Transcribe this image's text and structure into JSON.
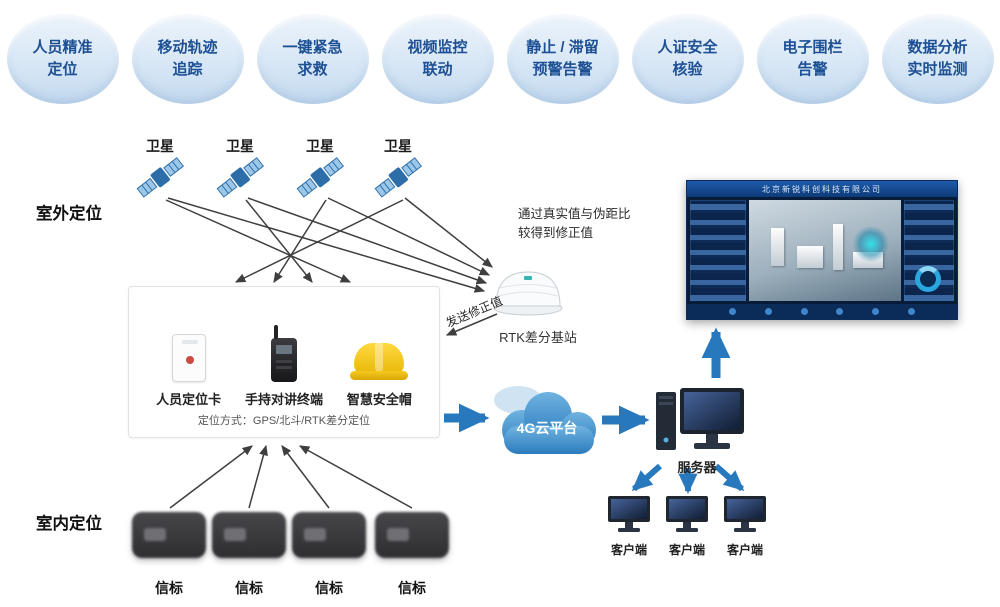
{
  "badges": [
    {
      "line1": "人员精准",
      "line2": "定位"
    },
    {
      "line1": "移动轨迹",
      "line2": "追踪"
    },
    {
      "line1": "一键紧急",
      "line2": "求救"
    },
    {
      "line1": "视频监控",
      "line2": "联动"
    },
    {
      "line1": "静止 / 滞留",
      "line2": "预警告警"
    },
    {
      "line1": "人证安全",
      "line2": "核验"
    },
    {
      "line1": "电子围栏",
      "line2": "告警"
    },
    {
      "line1": "数据分析",
      "line2": "实时监测"
    }
  ],
  "sections": {
    "outdoor_label": "室外定位",
    "indoor_label": "室内定位"
  },
  "satellite_label": "卫星",
  "rtk": {
    "station_label": "RTK差分基站",
    "note_line1": "通过真实值与伪距比",
    "note_line2": "较得到修正值",
    "send_label": "发送修正值"
  },
  "device_box": {
    "devices": [
      {
        "label": "人员定位卡"
      },
      {
        "label": "手持对讲终端"
      },
      {
        "label": "智慧安全帽"
      }
    ],
    "caption": "定位方式：GPS/北斗/RTK差分定位"
  },
  "cloud_label": "4G云平台",
  "server_label": "服务器",
  "client_label": "客户端",
  "beacon_label": "信标",
  "dashboard_title": "北京新锐科创科技有限公司",
  "colors": {
    "badge_text": "#1c4f93",
    "arrow_blue": "#2878bd",
    "wire_dark": "#3f3f3f",
    "helmet_yellow": "#f6c51c"
  }
}
